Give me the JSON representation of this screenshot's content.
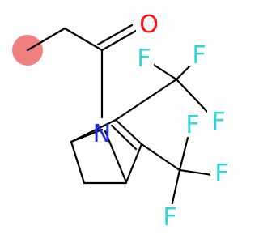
{
  "molecule": {
    "atoms": {
      "oxygen": "O",
      "nitrogen": "N",
      "fluorines": [
        "F",
        "F",
        "F",
        "F",
        "F",
        "F"
      ]
    },
    "highlight": "methyl carbon"
  },
  "colors": {
    "bond": "#000000",
    "oxygen": "#ff0d0d",
    "nitrogen": "#1f2fe6",
    "fluorine": "#33d6d6",
    "highlight": "#f08080"
  }
}
